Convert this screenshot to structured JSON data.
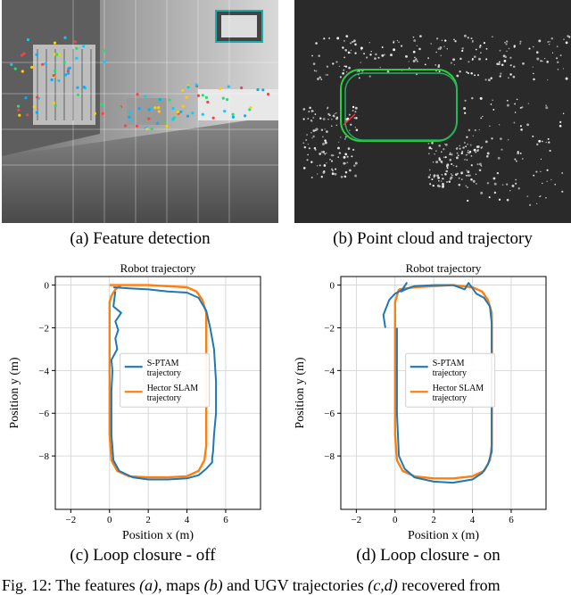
{
  "captions": {
    "a": "(a) Feature detection",
    "b": "(b) Point cloud and trajectory",
    "c": "(c) Loop closure - off",
    "d": "(d) Loop closure - on"
  },
  "figure_caption": {
    "label": "Fig. 12: The features ",
    "a": "(a)",
    "t1": ", maps ",
    "b": "(b)",
    "t2": " and UGV trajectories ",
    "cd": "(c,d)",
    "t3": " recovered from"
  },
  "colors": {
    "s_ptam": "#1f77b4",
    "hector": "#ff7f0e",
    "point_cloud_bg": "#2a2a2a",
    "trajectory_green": "#2ecc40"
  },
  "chart_data": [
    {
      "id": "c",
      "type": "line",
      "title": "Robot trajectory",
      "xlabel": "Position x (m)",
      "ylabel": "Position y (m)",
      "xlim": [
        -2.8,
        7.8
      ],
      "ylim": [
        -10.5,
        0.4
      ],
      "xticks": [
        -2,
        0,
        2,
        4,
        6
      ],
      "yticks": [
        0,
        -2,
        -4,
        -6,
        -8
      ],
      "grid": true,
      "legend_position": "center-left",
      "series": [
        {
          "name": "S-PTAM trajectory",
          "x": [
            0.2,
            1,
            2,
            3,
            4,
            4.6,
            5.0,
            5.2,
            5.4,
            5.5,
            5.5,
            5.4,
            5.35,
            5.3,
            5.3,
            5.0,
            4.6,
            4.0,
            3.0,
            2.0,
            1.2,
            0.5,
            0.2,
            0.1,
            0.1,
            0.1,
            0.15,
            0.1,
            0.4,
            0.3,
            0.45,
            0.3,
            0.6,
            0.2,
            0.3
          ],
          "y": [
            -0.1,
            -0.15,
            -0.2,
            -0.3,
            -0.35,
            -0.6,
            -1.2,
            -2.0,
            -3.0,
            -4.5,
            -6.0,
            -7.0,
            -7.8,
            -8.1,
            -8.3,
            -8.6,
            -8.9,
            -9.05,
            -9.1,
            -9.1,
            -9.0,
            -8.7,
            -8.2,
            -7.0,
            -6.0,
            -5.0,
            -4.0,
            -3.5,
            -3.0,
            -2.5,
            -2.1,
            -1.7,
            -1.3,
            -1.0,
            -0.3
          ]
        },
        {
          "name": "Hector SLAM trajectory",
          "x": [
            0,
            1,
            2,
            3,
            4,
            4.5,
            4.8,
            5.0,
            5.0,
            5.0,
            4.9,
            4.6,
            4.0,
            3.0,
            2.0,
            1.0,
            0.4,
            0.1,
            0.0,
            0.0,
            0.0,
            0.0,
            0.1,
            0.3,
            0.6,
            0.0
          ],
          "y": [
            0,
            0,
            0,
            -0.05,
            -0.1,
            -0.3,
            -0.7,
            -1.3,
            -4.0,
            -7.5,
            -8.2,
            -8.7,
            -8.95,
            -9.0,
            -9.0,
            -8.95,
            -8.7,
            -8.2,
            -7.0,
            -4.0,
            -1.5,
            -0.8,
            -0.5,
            -0.2,
            0.0,
            0.0
          ]
        }
      ]
    },
    {
      "id": "d",
      "type": "line",
      "title": "Robot trajectory",
      "xlabel": "Position x (m)",
      "ylabel": "Position y (m)",
      "xlim": [
        -2.8,
        7.8
      ],
      "ylim": [
        -10.5,
        0.4
      ],
      "xticks": [
        -2,
        0,
        2,
        4,
        6
      ],
      "yticks": [
        0,
        -2,
        -4,
        -6,
        -8
      ],
      "grid": true,
      "legend_position": "center-left",
      "series": [
        {
          "name": "S-PTAM trajectory",
          "x": [
            -0.5,
            -0.6,
            -0.3,
            0.0,
            0.4,
            0.6,
            0.3,
            0.8,
            1.0,
            2.0,
            3.0,
            3.6,
            3.8,
            4.2,
            4.6,
            4.9,
            5.0,
            5.0,
            5.0,
            4.8,
            4.5,
            4.0,
            3.0,
            2.0,
            1.0,
            0.5,
            0.2,
            0.1,
            0.1
          ],
          "y": [
            -2.0,
            -1.4,
            -0.7,
            -0.4,
            -0.2,
            0.1,
            -0.3,
            -0.1,
            -0.05,
            0.0,
            0.0,
            -0.2,
            0.1,
            -0.4,
            -0.6,
            -1.0,
            -1.8,
            -5.0,
            -7.8,
            -8.4,
            -8.8,
            -9.1,
            -9.25,
            -9.2,
            -9.0,
            -8.6,
            -8.0,
            -6.0,
            -2.0
          ]
        },
        {
          "name": "Hector SLAM trajectory",
          "x": [
            0.2,
            1,
            2,
            3,
            4,
            4.5,
            4.8,
            5.0,
            5.0,
            5.0,
            4.9,
            4.6,
            4.0,
            3.0,
            2.0,
            1.0,
            0.4,
            0.1,
            0.0,
            0.0,
            0.0,
            0.0,
            0.1,
            0.2
          ],
          "y": [
            -0.2,
            -0.1,
            -0.05,
            0.0,
            -0.1,
            -0.3,
            -0.7,
            -1.3,
            -4.0,
            -7.5,
            -8.2,
            -8.7,
            -8.95,
            -9.05,
            -9.05,
            -8.95,
            -8.7,
            -8.2,
            -7.0,
            -4.0,
            -1.5,
            -0.8,
            -0.5,
            -0.2
          ]
        }
      ]
    }
  ]
}
